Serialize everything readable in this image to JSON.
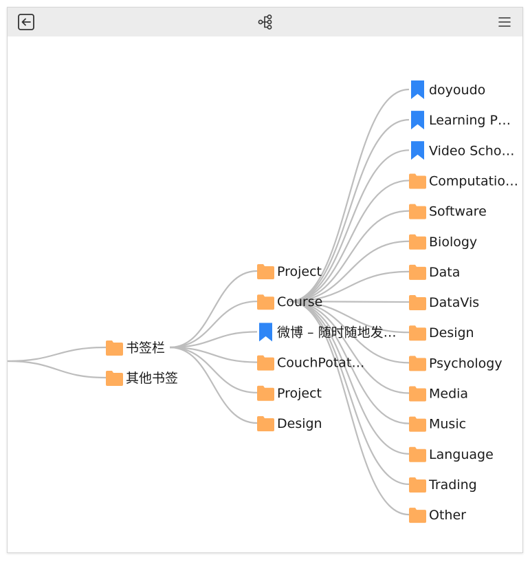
{
  "toolbar": {
    "back_icon": "back-arrow-icon",
    "view_icon": "mindmap-tree-icon",
    "menu_icon": "hamburger-menu-icon"
  },
  "colors": {
    "folder": "#FFAD5C",
    "bookmark": "#2F86F6",
    "edge": "#BDBDBD",
    "toolbar_bg": "#ECECEC"
  },
  "tree": {
    "level1": [
      {
        "label": "书签栏",
        "type": "folder"
      },
      {
        "label": "其他书签",
        "type": "folder"
      }
    ],
    "level2": [
      {
        "label": "Project",
        "type": "folder"
      },
      {
        "label": "Course",
        "type": "folder"
      },
      {
        "label": "微博 – 随时随地发…",
        "type": "bookmark"
      },
      {
        "label": "CouchPotat…",
        "type": "folder"
      },
      {
        "label": "Project",
        "type": "folder"
      },
      {
        "label": "Design",
        "type": "folder"
      }
    ],
    "level3": [
      {
        "label": "doyoudo",
        "type": "bookmark"
      },
      {
        "label": "Learning P…",
        "type": "bookmark"
      },
      {
        "label": "Video Scho…",
        "type": "bookmark"
      },
      {
        "label": "Computatio…",
        "type": "folder"
      },
      {
        "label": "Software",
        "type": "folder"
      },
      {
        "label": "Biology",
        "type": "folder"
      },
      {
        "label": "Data",
        "type": "folder"
      },
      {
        "label": "DataVis",
        "type": "folder"
      },
      {
        "label": "Design",
        "type": "folder"
      },
      {
        "label": "Psychology",
        "type": "folder"
      },
      {
        "label": "Media",
        "type": "folder"
      },
      {
        "label": "Music",
        "type": "folder"
      },
      {
        "label": "Language",
        "type": "folder"
      },
      {
        "label": "Trading",
        "type": "folder"
      },
      {
        "label": "Other",
        "type": "folder"
      }
    ]
  }
}
